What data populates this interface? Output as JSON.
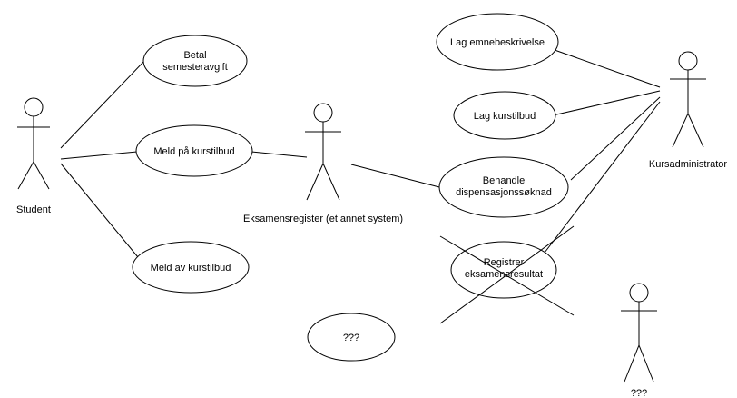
{
  "actors": {
    "student": "Student",
    "exam_register": "Eksamensregister (et annet system)",
    "course_admin": "Kursadministrator",
    "unknown": "???"
  },
  "use_cases": {
    "pay_fee": [
      "Betal",
      "semesteravgift"
    ],
    "enroll": [
      "Meld på kurstilbud"
    ],
    "unenroll": [
      "Meld av kurstilbud"
    ],
    "create_description": [
      "Lag emnebeskrivelse"
    ],
    "create_offer": [
      "Lag kurstilbud"
    ],
    "handle_dispensation": [
      "Behandle",
      "dispensasjonssøknad"
    ],
    "register_result": [
      "Registrer",
      "eksamensresultat"
    ],
    "unknown": [
      "???"
    ]
  }
}
